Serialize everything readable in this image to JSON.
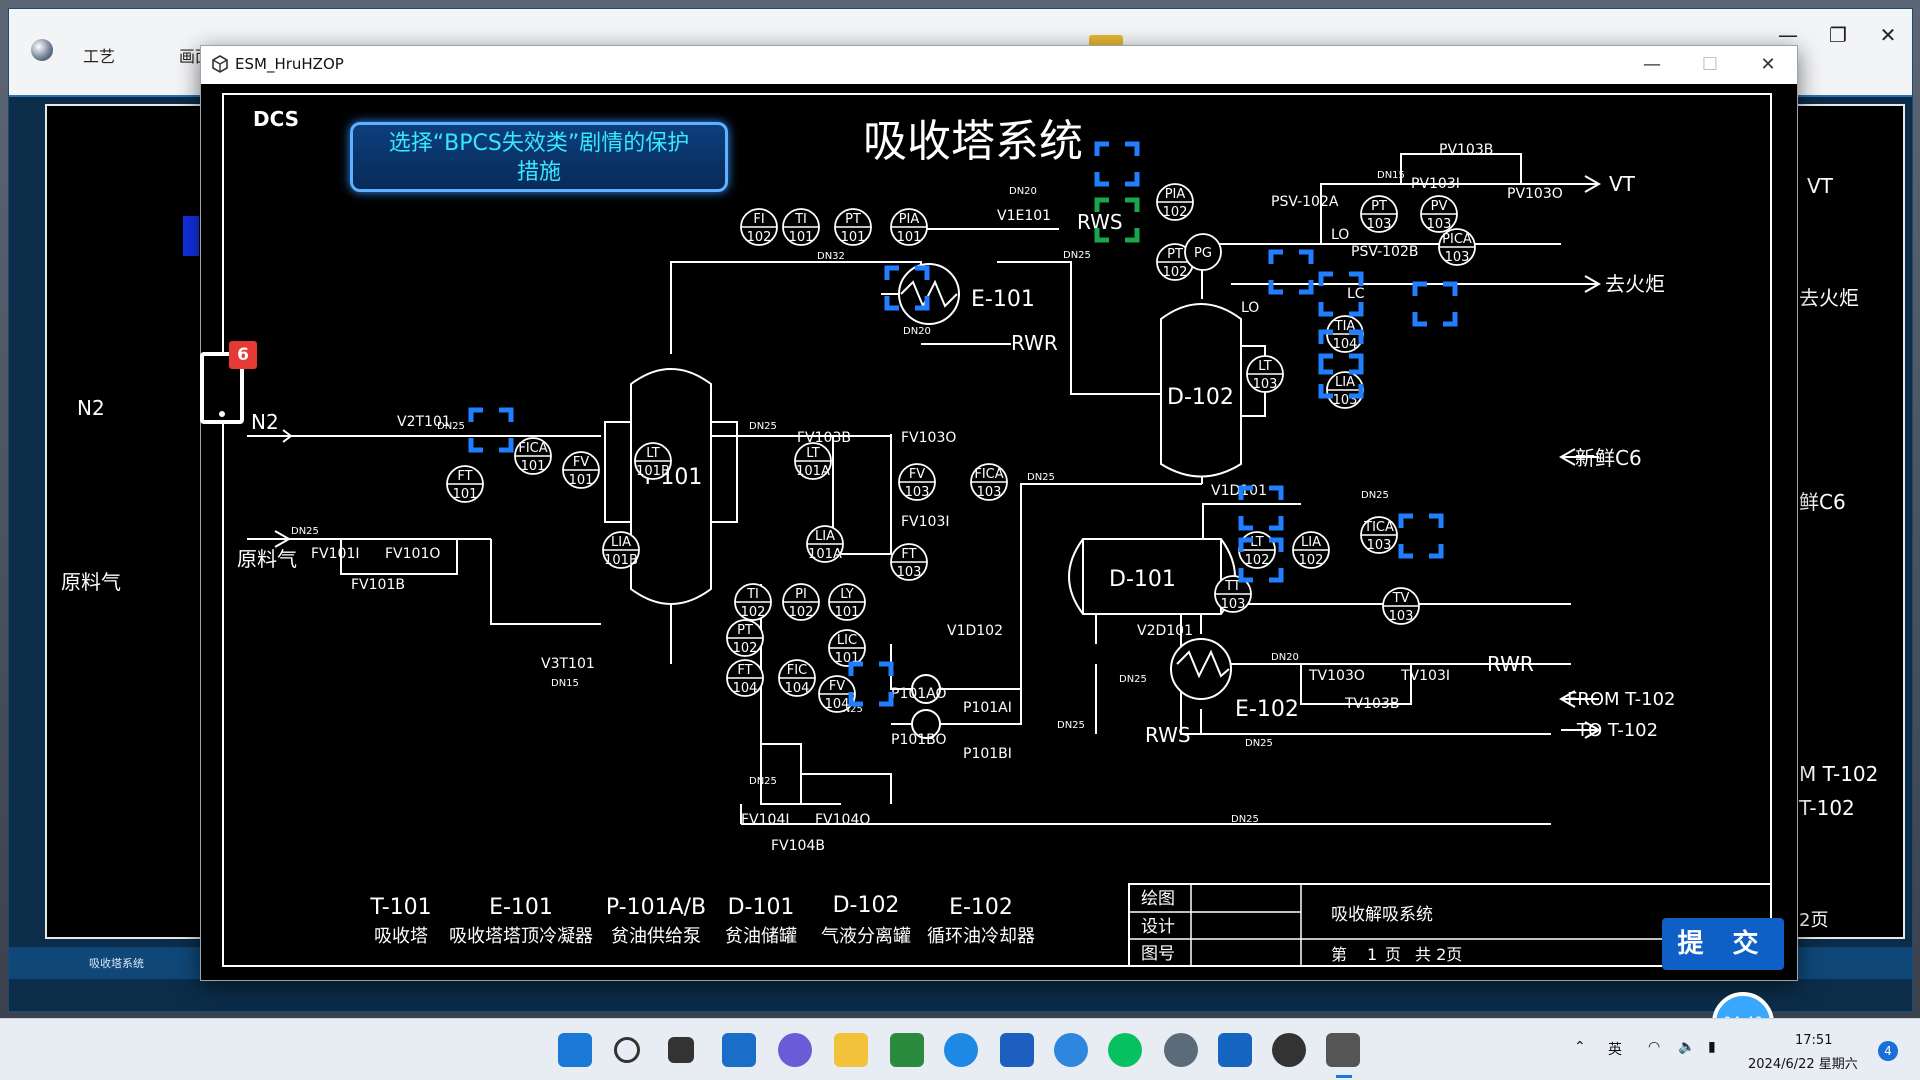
{
  "background_app": {
    "tabs": [
      "工艺",
      "画面"
    ],
    "title": "吸收塔T-101塔顶压力过低偏离分析",
    "window_controls": [
      "—",
      "❐",
      "✕"
    ],
    "footer_label": "吸收塔系统",
    "side_labels_left": [
      "N2",
      "原料气"
    ],
    "side_labels_right": [
      "VT",
      "去火炬",
      "鲜C6",
      "M T-102",
      "T-102",
      "2页"
    ]
  },
  "window": {
    "title": "ESM_HruHZOP",
    "controls": [
      "—",
      "☐",
      "✕"
    ]
  },
  "scenario_button": {
    "line1": "选择“BPCS失效类”剧情的保护",
    "line2": "措施"
  },
  "badge_count": "6",
  "diagram": {
    "tag": "DCS",
    "title": "吸收塔系统",
    "equipment": [
      {
        "code": "T-101",
        "name": "吸收塔"
      },
      {
        "code": "E-101",
        "name": "吸收塔塔顶冷凝器"
      },
      {
        "code": "P-101A/B",
        "name": "贫油供给泵"
      },
      {
        "code": "D-101",
        "name": "贫油储罐"
      },
      {
        "code": "D-102",
        "name": "气液分离罐"
      },
      {
        "code": "E-102",
        "name": "循环油冷却器"
      }
    ],
    "vessels": {
      "t101": "T-101",
      "d102": "D-102",
      "d101": "D-101",
      "e101": "E-101",
      "e102": "E-102"
    },
    "streams": {
      "n2": "N2",
      "feed": "原料气",
      "vt": "VT",
      "flare": "去火炬",
      "fresh_c6": "新鲜C6",
      "rwr1": "RWR",
      "rws1": "RWS",
      "rwr2": "RWR",
      "rws2": "RWS",
      "from_t102": "FROM T-102",
      "to_t102": "TO T-102"
    },
    "valves": {
      "v2t101": "V2T101",
      "fv101i": "FV101I",
      "fv101o": "FV101O",
      "fv101b": "FV101B",
      "v1e101": "V1E101",
      "fv103b": "FV103B",
      "fv103o": "FV103O",
      "fv103i": "FV103I",
      "v3t101": "V3T101",
      "fv104i": "FV104I",
      "fv104o": "FV104O",
      "fv104b": "FV104B",
      "p101ao": "P101AO",
      "p101ai": "P101AI",
      "p101bo": "P101BO",
      "p101bi": "P101BI",
      "v1d102": "V1D102",
      "v2d101": "V2D101",
      "v1d101": "V1D101",
      "tv103o": "TV103O",
      "tv103i": "TV103I",
      "tv103b": "TV103B",
      "pv103b": "PV103B",
      "pv103i": "PV103I",
      "pv103o": "PV103O",
      "psv102a": "PSV-102A",
      "psv102b": "PSV-102B",
      "lo1": "LO",
      "lo2": "LO",
      "lc1": "LC",
      "lc2": "LC"
    },
    "pipe_sizes": {
      "a": "DN25",
      "b": "DN25",
      "c": "DN25",
      "d": "DN20",
      "e": "DN20",
      "f": "DN25",
      "g": "DN32",
      "h": "DN15",
      "i": "DN25",
      "j": "DN25",
      "k": "DN25",
      "l": "DN20",
      "m": "DN25",
      "n": "DN25",
      "o": "DN25",
      "p": "DN15",
      "q": "DN25",
      "r": "DN25"
    },
    "instruments": [
      {
        "a": "FI",
        "b": "102"
      },
      {
        "a": "TI",
        "b": "101"
      },
      {
        "a": "PT",
        "b": "101"
      },
      {
        "a": "PIA",
        "b": "101"
      },
      {
        "a": "PIA",
        "b": "102"
      },
      {
        "a": "PT",
        "b": "102"
      },
      {
        "a": "PG",
        "b": ""
      },
      {
        "a": "PT",
        "b": "103"
      },
      {
        "a": "PV",
        "b": "103"
      },
      {
        "a": "PICA",
        "b": "103"
      },
      {
        "a": "TIA",
        "b": "104"
      },
      {
        "a": "LIA",
        "b": "103"
      },
      {
        "a": "LT",
        "b": "103"
      },
      {
        "a": "FICA",
        "b": "101"
      },
      {
        "a": "FV",
        "b": "101"
      },
      {
        "a": "FT",
        "b": "101"
      },
      {
        "a": "LT",
        "b": "101B"
      },
      {
        "a": "LT",
        "b": "101A"
      },
      {
        "a": "LIA",
        "b": "101B"
      },
      {
        "a": "LIA",
        "b": "101A"
      },
      {
        "a": "FV",
        "b": "103"
      },
      {
        "a": "FICA",
        "b": "103"
      },
      {
        "a": "FT",
        "b": "103"
      },
      {
        "a": "TI",
        "b": "102"
      },
      {
        "a": "PI",
        "b": "102"
      },
      {
        "a": "LY",
        "b": "101"
      },
      {
        "a": "PT",
        "b": "102"
      },
      {
        "a": "LIC",
        "b": "101"
      },
      {
        "a": "FT",
        "b": "104"
      },
      {
        "a": "FIC",
        "b": "104"
      },
      {
        "a": "FV",
        "b": "104"
      },
      {
        "a": "LT",
        "b": "102"
      },
      {
        "a": "LIA",
        "b": "102"
      },
      {
        "a": "TICA",
        "b": "103"
      },
      {
        "a": "TT",
        "b": "103"
      },
      {
        "a": "TV",
        "b": "103"
      }
    ],
    "title_block": {
      "draw": "绘图",
      "design": "设计",
      "drawing_no": "图号",
      "project": "吸收解吸系统",
      "page_prefix": "第",
      "page_no": "1",
      "page_suffix": "页",
      "total": "共 2页"
    }
  },
  "submit_button": "提 交",
  "timer": "04:49",
  "taskbar": {
    "ime": "英",
    "time": "17:51",
    "date": "2024/6/22 星期六",
    "notifications": "4"
  },
  "colors": {
    "accent": "#2a8cff",
    "marker": "#1f7fff",
    "marker_green": "#1aa64a"
  }
}
